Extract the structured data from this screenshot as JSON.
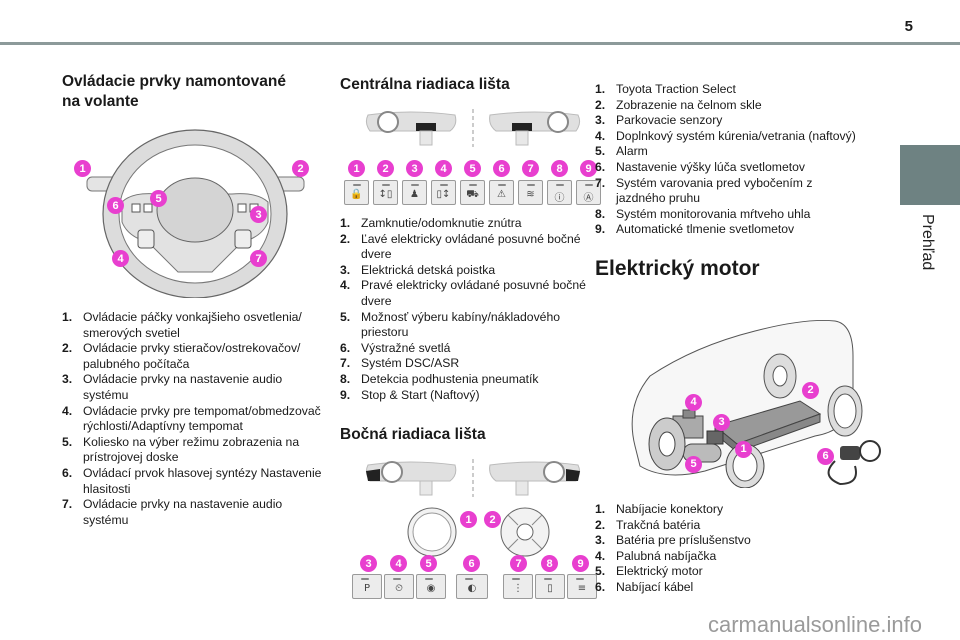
{
  "page": {
    "number": "5",
    "side_tab": "Prehľad",
    "watermark": "carmanualsonline.info",
    "accent_color": "#e83fcf",
    "tab_color": "#6e8282"
  },
  "steering": {
    "title": "Ovládacie prvky namontované na volante",
    "badges": [
      "1",
      "2",
      "3",
      "4",
      "5",
      "6",
      "7"
    ],
    "items": [
      {
        "num": "1.",
        "text": "Ovládacie páčky vonkajšieho osvetlenia/ smerových svetiel"
      },
      {
        "num": "2.",
        "text": "Ovládacie prvky stieračov/ostrekovačov/ palubného počítača"
      },
      {
        "num": "3.",
        "text": "Ovládacie prvky na nastavenie audio systému"
      },
      {
        "num": "4.",
        "text": "Ovládacie prvky pre tempomat/obmedzovač rýchlosti/Adaptívny tempomat"
      },
      {
        "num": "5.",
        "text": "Koliesko na výber režimu zobrazenia na prístrojovej doske"
      },
      {
        "num": "6.",
        "text": "Ovládací prvok hlasovej syntézy Nastavenie hlasitosti"
      },
      {
        "num": "7.",
        "text": "Ovládacie prvky na nastavenie audio systému"
      }
    ]
  },
  "central": {
    "title": "Centrálna riadiaca lišta",
    "badges": [
      "1",
      "2",
      "3",
      "4",
      "5",
      "6",
      "7",
      "8",
      "9"
    ],
    "button_glyphs": [
      {
        "icon": "lock-icon",
        "glyph": "🔒"
      },
      {
        "icon": "left-sliding-door-icon",
        "glyph": "↕▯"
      },
      {
        "icon": "child-lock-icon",
        "glyph": "♟"
      },
      {
        "icon": "right-sliding-door-icon",
        "glyph": "▯↕"
      },
      {
        "icon": "cabin-cargo-icon",
        "glyph": "⛟"
      },
      {
        "icon": "hazard-icon",
        "glyph": "⚠"
      },
      {
        "icon": "dsc-off-icon",
        "glyph": "≋"
      },
      {
        "icon": "tire-pressure-icon",
        "glyph": "ⓘ"
      },
      {
        "icon": "stop-start-icon",
        "glyph": "Ⓐ"
      }
    ],
    "items": [
      {
        "num": "1.",
        "text": "Zamknutie/odomknutie znútra"
      },
      {
        "num": "2.",
        "text": "Ľavé elektricky ovládané posuvné bočné dvere"
      },
      {
        "num": "3.",
        "text": "Elektrická detská poistka"
      },
      {
        "num": "4.",
        "text": "Pravé elektricky ovládané posuvné bočné dvere"
      },
      {
        "num": "5.",
        "text": "Možnosť výberu kabíny/nákladového priestoru"
      },
      {
        "num": "6.",
        "text": "Výstražné svetlá"
      },
      {
        "num": "7.",
        "text": "Systém DSC/ASR"
      },
      {
        "num": "8.",
        "text": "Detekcia podhustenia pneumatík"
      },
      {
        "num": "9.",
        "text": "Stop & Start (Naftový)"
      }
    ]
  },
  "side": {
    "title": "Bočná riadiaca lišta",
    "badges": [
      "1",
      "2",
      "3",
      "4",
      "5",
      "6",
      "7",
      "8",
      "9"
    ],
    "button_glyphs": [
      {
        "icon": "park-sensor-off-icon",
        "glyph": "P"
      },
      {
        "icon": "aux-heating-icon",
        "glyph": "⏲"
      },
      {
        "icon": "alarm-icon",
        "glyph": "◉"
      },
      {
        "icon": "headlamp-level-icon",
        "glyph": "◐"
      },
      {
        "icon": "lane-departure-icon",
        "glyph": "⋮"
      },
      {
        "icon": "blind-spot-icon",
        "glyph": "▯"
      },
      {
        "icon": "auto-high-beam-icon",
        "glyph": "≡"
      }
    ],
    "items": [
      {
        "num": "1.",
        "text": "Toyota Traction Select"
      },
      {
        "num": "2.",
        "text": "Zobrazenie na čelnom skle"
      },
      {
        "num": "3.",
        "text": "Parkovacie senzory"
      },
      {
        "num": "4.",
        "text": "Doplnkový systém kúrenia/vetrania (naftový)"
      },
      {
        "num": "5.",
        "text": "Alarm"
      },
      {
        "num": "6.",
        "text": "Nastavenie výšky lúča svetlometov"
      },
      {
        "num": "7.",
        "text": "Systém varovania pred vybočením z jazdného pruhu"
      },
      {
        "num": "8.",
        "text": "Systém monitorovania mŕtveho uhla"
      },
      {
        "num": "9.",
        "text": "Automatické tlmenie svetlometov"
      }
    ]
  },
  "electric": {
    "title": "Elektrický motor",
    "badges": [
      "1",
      "2",
      "3",
      "4",
      "5",
      "6"
    ],
    "items": [
      {
        "num": "1.",
        "text": "Nabíjacie konektory"
      },
      {
        "num": "2.",
        "text": "Trakčná batéria"
      },
      {
        "num": "3.",
        "text": "Batéria pre príslušenstvo"
      },
      {
        "num": "4.",
        "text": "Palubná nabíjačka"
      },
      {
        "num": "5.",
        "text": "Elektrický motor"
      },
      {
        "num": "6.",
        "text": "Nabíjací kábel"
      }
    ]
  }
}
